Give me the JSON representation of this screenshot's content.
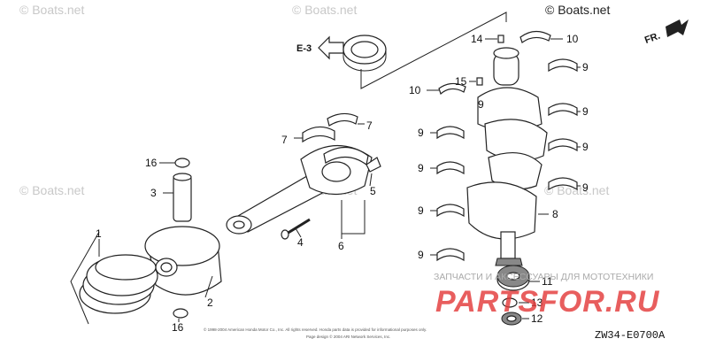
{
  "watermarks": {
    "boats_net": "© Boats.net",
    "boats_net_top": "© Boats.net"
  },
  "branding": {
    "site_name": "PARTSFOR.RU",
    "tagline": "ЗАПЧАСТИ И АКСЕССУАРЫ ДЛЯ МОТОТЕХНИКИ",
    "brand_color": "#e33b3b"
  },
  "reference": {
    "fr_label": "FR.",
    "section_label": "E-3",
    "diagram_code": "ZW34-E0700A",
    "copyright_line1": "© 1998-2004 American Honda Motor Co., Inc. All rights reserved. Honda parts data is provided for informational purposes only.",
    "copyright_line2": "Page design © 2004 ARI Network Services, Inc."
  },
  "callouts": [
    {
      "id": "1",
      "label": "1"
    },
    {
      "id": "2",
      "label": "2"
    },
    {
      "id": "3",
      "label": "3"
    },
    {
      "id": "4",
      "label": "4"
    },
    {
      "id": "5",
      "label": "5"
    },
    {
      "id": "6",
      "label": "6"
    },
    {
      "id": "7a",
      "label": "7"
    },
    {
      "id": "7b",
      "label": "7"
    },
    {
      "id": "8",
      "label": "8"
    },
    {
      "id": "9a",
      "label": "9"
    },
    {
      "id": "9b",
      "label": "9"
    },
    {
      "id": "9c",
      "label": "9"
    },
    {
      "id": "9d",
      "label": "9"
    },
    {
      "id": "9e",
      "label": "9"
    },
    {
      "id": "9f",
      "label": "9"
    },
    {
      "id": "9g",
      "label": "9"
    },
    {
      "id": "9h",
      "label": "9"
    },
    {
      "id": "9i",
      "label": "9"
    },
    {
      "id": "10a",
      "label": "10"
    },
    {
      "id": "10b",
      "label": "10"
    },
    {
      "id": "11",
      "label": "11"
    },
    {
      "id": "12",
      "label": "12"
    },
    {
      "id": "13",
      "label": "13"
    },
    {
      "id": "14",
      "label": "14"
    },
    {
      "id": "15",
      "label": "15"
    },
    {
      "id": "16a",
      "label": "16"
    },
    {
      "id": "16b",
      "label": "16"
    }
  ]
}
